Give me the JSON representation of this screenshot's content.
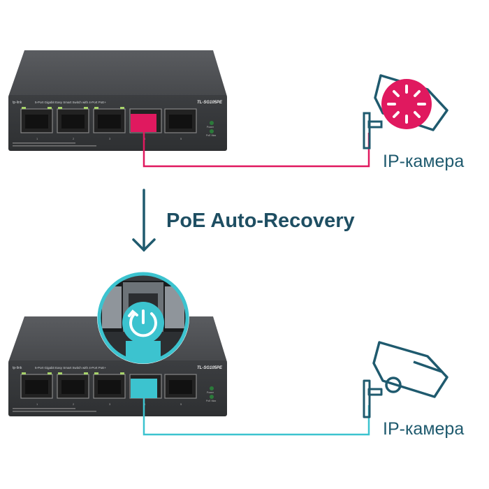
{
  "title": "PoE Auto-Recovery",
  "colors": {
    "fault": "#e0195f",
    "ok": "#3cc3cf",
    "arrow": "#1f5a6e",
    "title": "#1e4e62",
    "switch_body": "#3f4144"
  },
  "top_panel": {
    "state": "fault",
    "brand": "tp-link",
    "model": "TL-SG105PE",
    "description": "5-Port Gigabit Easy Smart Switch with 4-Port PoE+",
    "leds": [
      "Power",
      "PoE Max"
    ],
    "ports": [
      "1",
      "2",
      "3",
      "4",
      "5"
    ],
    "camera_label": "IP-камера"
  },
  "bottom_panel": {
    "state": "recovered",
    "brand": "tp-link",
    "model": "TL-SG105PE",
    "description": "5-Port Gigabit Easy Smart Switch with 4-Port PoE+",
    "leds": [
      "Power",
      "PoE Max"
    ],
    "ports": [
      "1",
      "2",
      "3",
      "4",
      "5"
    ],
    "camera_label": "IP-камера"
  },
  "icons": {
    "arrow": "down-arrow-icon",
    "loading": "loading-spinner-icon",
    "recovery": "power-restart-icon",
    "camera": "ip-camera-icon"
  }
}
